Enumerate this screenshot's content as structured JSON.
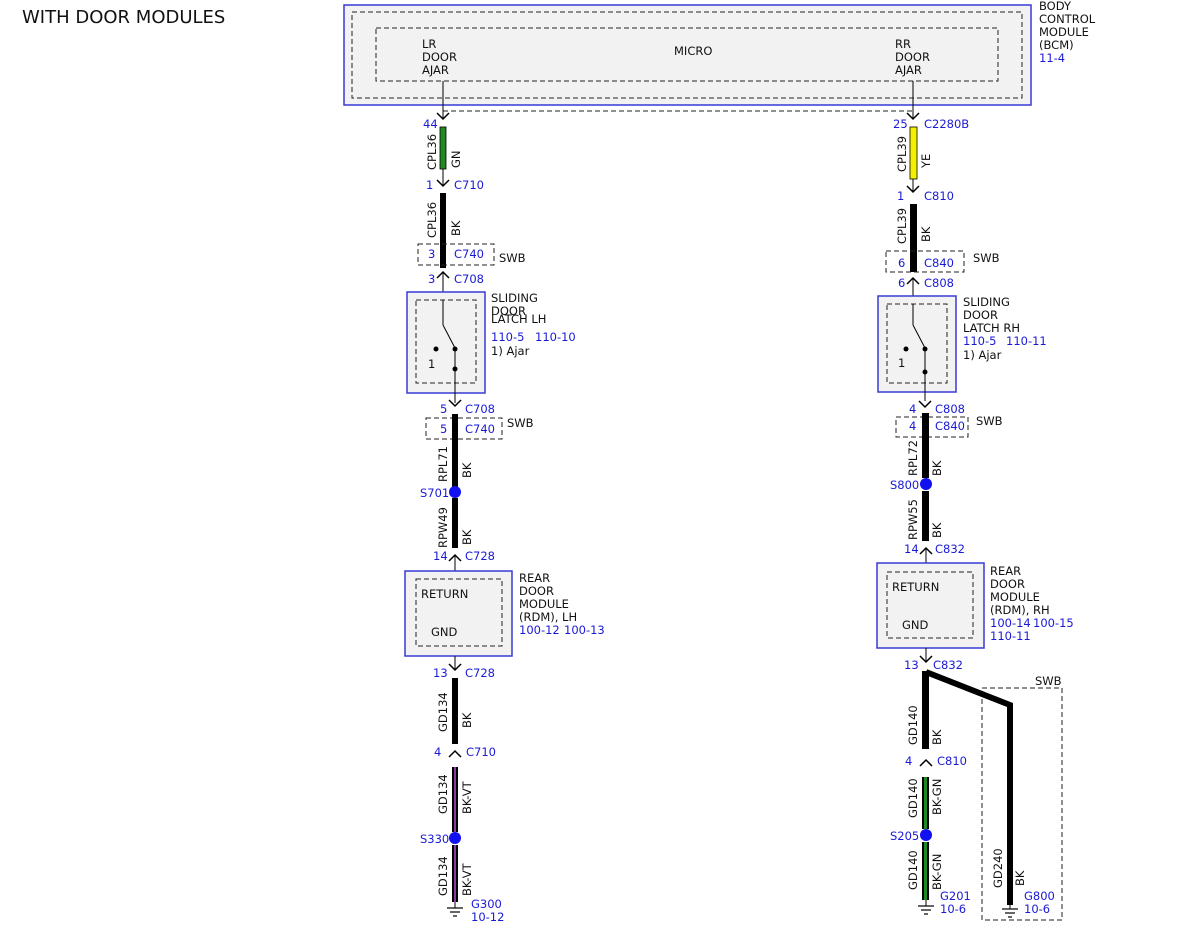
{
  "page_title": "WITH DOOR MODULES",
  "bcm": {
    "name_lines": [
      "BODY",
      "CONTROL",
      "MODULE",
      "(BCM)"
    ],
    "ref": "11-4",
    "micro_label": "MICRO",
    "lr_lines": [
      "LR",
      "DOOR",
      "AJAR"
    ],
    "rr_lines": [
      "RR",
      "DOOR",
      "AJAR"
    ]
  },
  "left": {
    "pin_bcm": "44",
    "circuit_1": "CPL36",
    "color_1": "GN",
    "pin_c710": "1",
    "conn_c710": "C710",
    "circuit_2": "CPL36",
    "color_2": "BK",
    "pin_c740_top": "3",
    "conn_c740_top": "C740",
    "swb_top": "SWB",
    "pin_c708_top": "3",
    "conn_c708_top": "C708",
    "latch_lines": [
      "SLIDING",
      "DOOR",
      "LATCH LH"
    ],
    "latch_ref_1": "110-5",
    "latch_ref_2": "110-10",
    "latch_note": "1) Ajar",
    "switch_num": "1",
    "pin_c708_bot": "5",
    "conn_c708_bot": "C708",
    "pin_c740_bot": "5",
    "conn_c740_bot": "C740",
    "swb_bot": "SWB",
    "circuit_3": "RPL71",
    "color_3": "BK",
    "splice_1": "S701",
    "circuit_4": "RPW49",
    "color_4": "BK",
    "pin_c728_top": "14",
    "conn_c728_top": "C728",
    "module_return": "RETURN",
    "module_gnd": "GND",
    "module_lines": [
      "REAR",
      "DOOR",
      "MODULE",
      "(RDM), LH"
    ],
    "module_ref_1": "100-12",
    "module_ref_2": "100-13",
    "pin_c728_bot": "13",
    "conn_c728_bot": "C728",
    "circuit_5": "GD134",
    "color_5": "BK",
    "pin_c710_bot": "4",
    "conn_c710_bot": "C710",
    "circuit_6": "GD134",
    "color_6": "BK-VT",
    "splice_2": "S330",
    "circuit_7": "GD134",
    "color_7": "BK-VT",
    "ground": "G300",
    "ground_ref": "10-12"
  },
  "right": {
    "pin_bcm": "25",
    "conn_bcm": "C2280B",
    "circuit_1": "CPL39",
    "color_1": "YE",
    "pin_c810": "1",
    "conn_c810": "C810",
    "circuit_2": "CPL39",
    "color_2": "BK",
    "pin_c840_top": "6",
    "conn_c840_top": "C840",
    "swb_top": "SWB",
    "pin_c808_top": "6",
    "conn_c808_top": "C808",
    "latch_lines": [
      "SLIDING",
      "DOOR",
      "LATCH RH"
    ],
    "latch_ref_1": "110-5",
    "latch_ref_2": "110-11",
    "latch_note": "1) Ajar",
    "switch_num": "1",
    "pin_c808_bot": "4",
    "conn_c808_bot": "C808",
    "pin_c840_bot": "4",
    "conn_c840_bot": "C840",
    "swb_bot": "SWB",
    "circuit_3": "RPL72",
    "color_3": "BK",
    "splice_1": "S800",
    "circuit_4": "RPW55",
    "color_4": "BK",
    "pin_c832_top": "14",
    "conn_c832_top": "C832",
    "module_return": "RETURN",
    "module_gnd": "GND",
    "module_lines": [
      "REAR",
      "DOOR",
      "MODULE",
      "(RDM), RH"
    ],
    "module_ref_1": "100-14",
    "module_ref_2": "100-15",
    "module_ref_3": "110-11",
    "pin_c832_bot": "13",
    "conn_c832_bot": "C832",
    "swb_branch": "SWB",
    "circuit_5": "GD140",
    "color_5": "BK",
    "pin_c810_bot": "4",
    "conn_c810_bot": "C810",
    "circuit_6": "GD140",
    "color_6": "BK-GN",
    "splice_2": "S205",
    "circuit_7": "GD140",
    "color_7": "BK-GN",
    "ground_1": "G201",
    "ground_1_ref": "10-6",
    "circuit_8": "GD240",
    "color_8": "BK",
    "ground_2": "G800",
    "ground_2_ref": "10-6"
  },
  "colors": {
    "module_border": "#3a3ad6",
    "ref_text": "#1a1ad6",
    "splice": "#1010f0",
    "wire_bk": "#000000",
    "wire_gn": "#1f8a1f",
    "wire_ye": "#f2f200",
    "wire_vt": "#8a3aa0",
    "module_fill": "#f2f2f2"
  }
}
